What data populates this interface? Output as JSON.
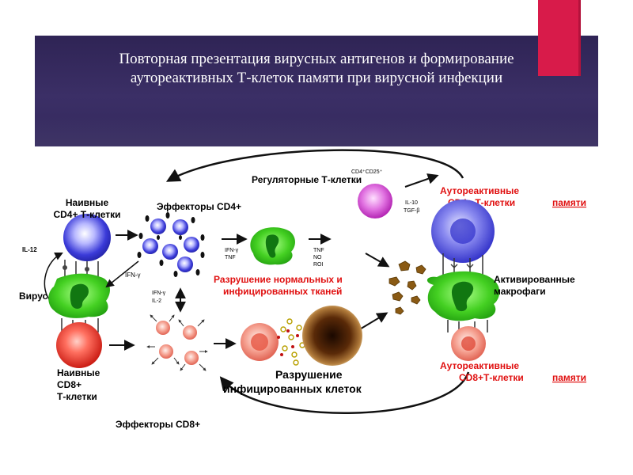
{
  "title": {
    "line1": "Повторная презентация вирусных антигенов и формирование",
    "line2": "аутореактивных Т-клеток памяти при вирусной инфекции"
  },
  "labels": {
    "naive_cd4_l1": "Наивные",
    "naive_cd4_l2": "CD4+ Т-клетки",
    "effectors_cd4": "Эффекторы CD4+",
    "il12": "IL-12",
    "ifn_g_left": "IFN-γ",
    "virus": "Вирус",
    "ifn_il2_l1": "IFN-γ",
    "ifn_il2_l2": "IL-2",
    "ifn_tnf_l1": "IFN-γ",
    "ifn_tnf_l2": "TNF",
    "tnf": "TNF",
    "no": "NO",
    "roi": "ROI",
    "cd4cd25": "CD4⁺CD25⁺",
    "reg_t": "Регуляторные Т-клетки",
    "il10": "IL-10",
    "tgfb": "TGF-β",
    "auto_cd4_l1": "Аутореактивные",
    "auto_cd4_l2": "CD4+ Т-клетки",
    "memory_top": "памяти",
    "destruction_tissue_l1": "Разрушение нормальных и",
    "destruction_tissue_l2": "инфицированных тканей",
    "activated_l1": "Активированные",
    "activated_l2": "макрофаги",
    "naive_cd8_l1": "Наивные",
    "naive_cd8_l2": "CD8+",
    "naive_cd8_l3": "Т-клетки",
    "destruction_cells_l1": "Разрушение",
    "destruction_cells_l2": "инфицированных клеток",
    "auto_cd8_l1": "Аутореактивные",
    "auto_cd8_l2": "CD8+Т-клетки",
    "memory_bottom": "памяти",
    "effectors_cd8": "Эффекторы CD8+"
  },
  "colors": {
    "banner": "#3b2f66",
    "accent": "#d81b4a",
    "red_text": "#e01010",
    "cd4_blue": "#3a3ad8",
    "cd8_red": "#e03020",
    "macrophage_green": "#33cc22",
    "treg_magenta": "#cc33cc",
    "particle_brown": "#8a5a14"
  }
}
